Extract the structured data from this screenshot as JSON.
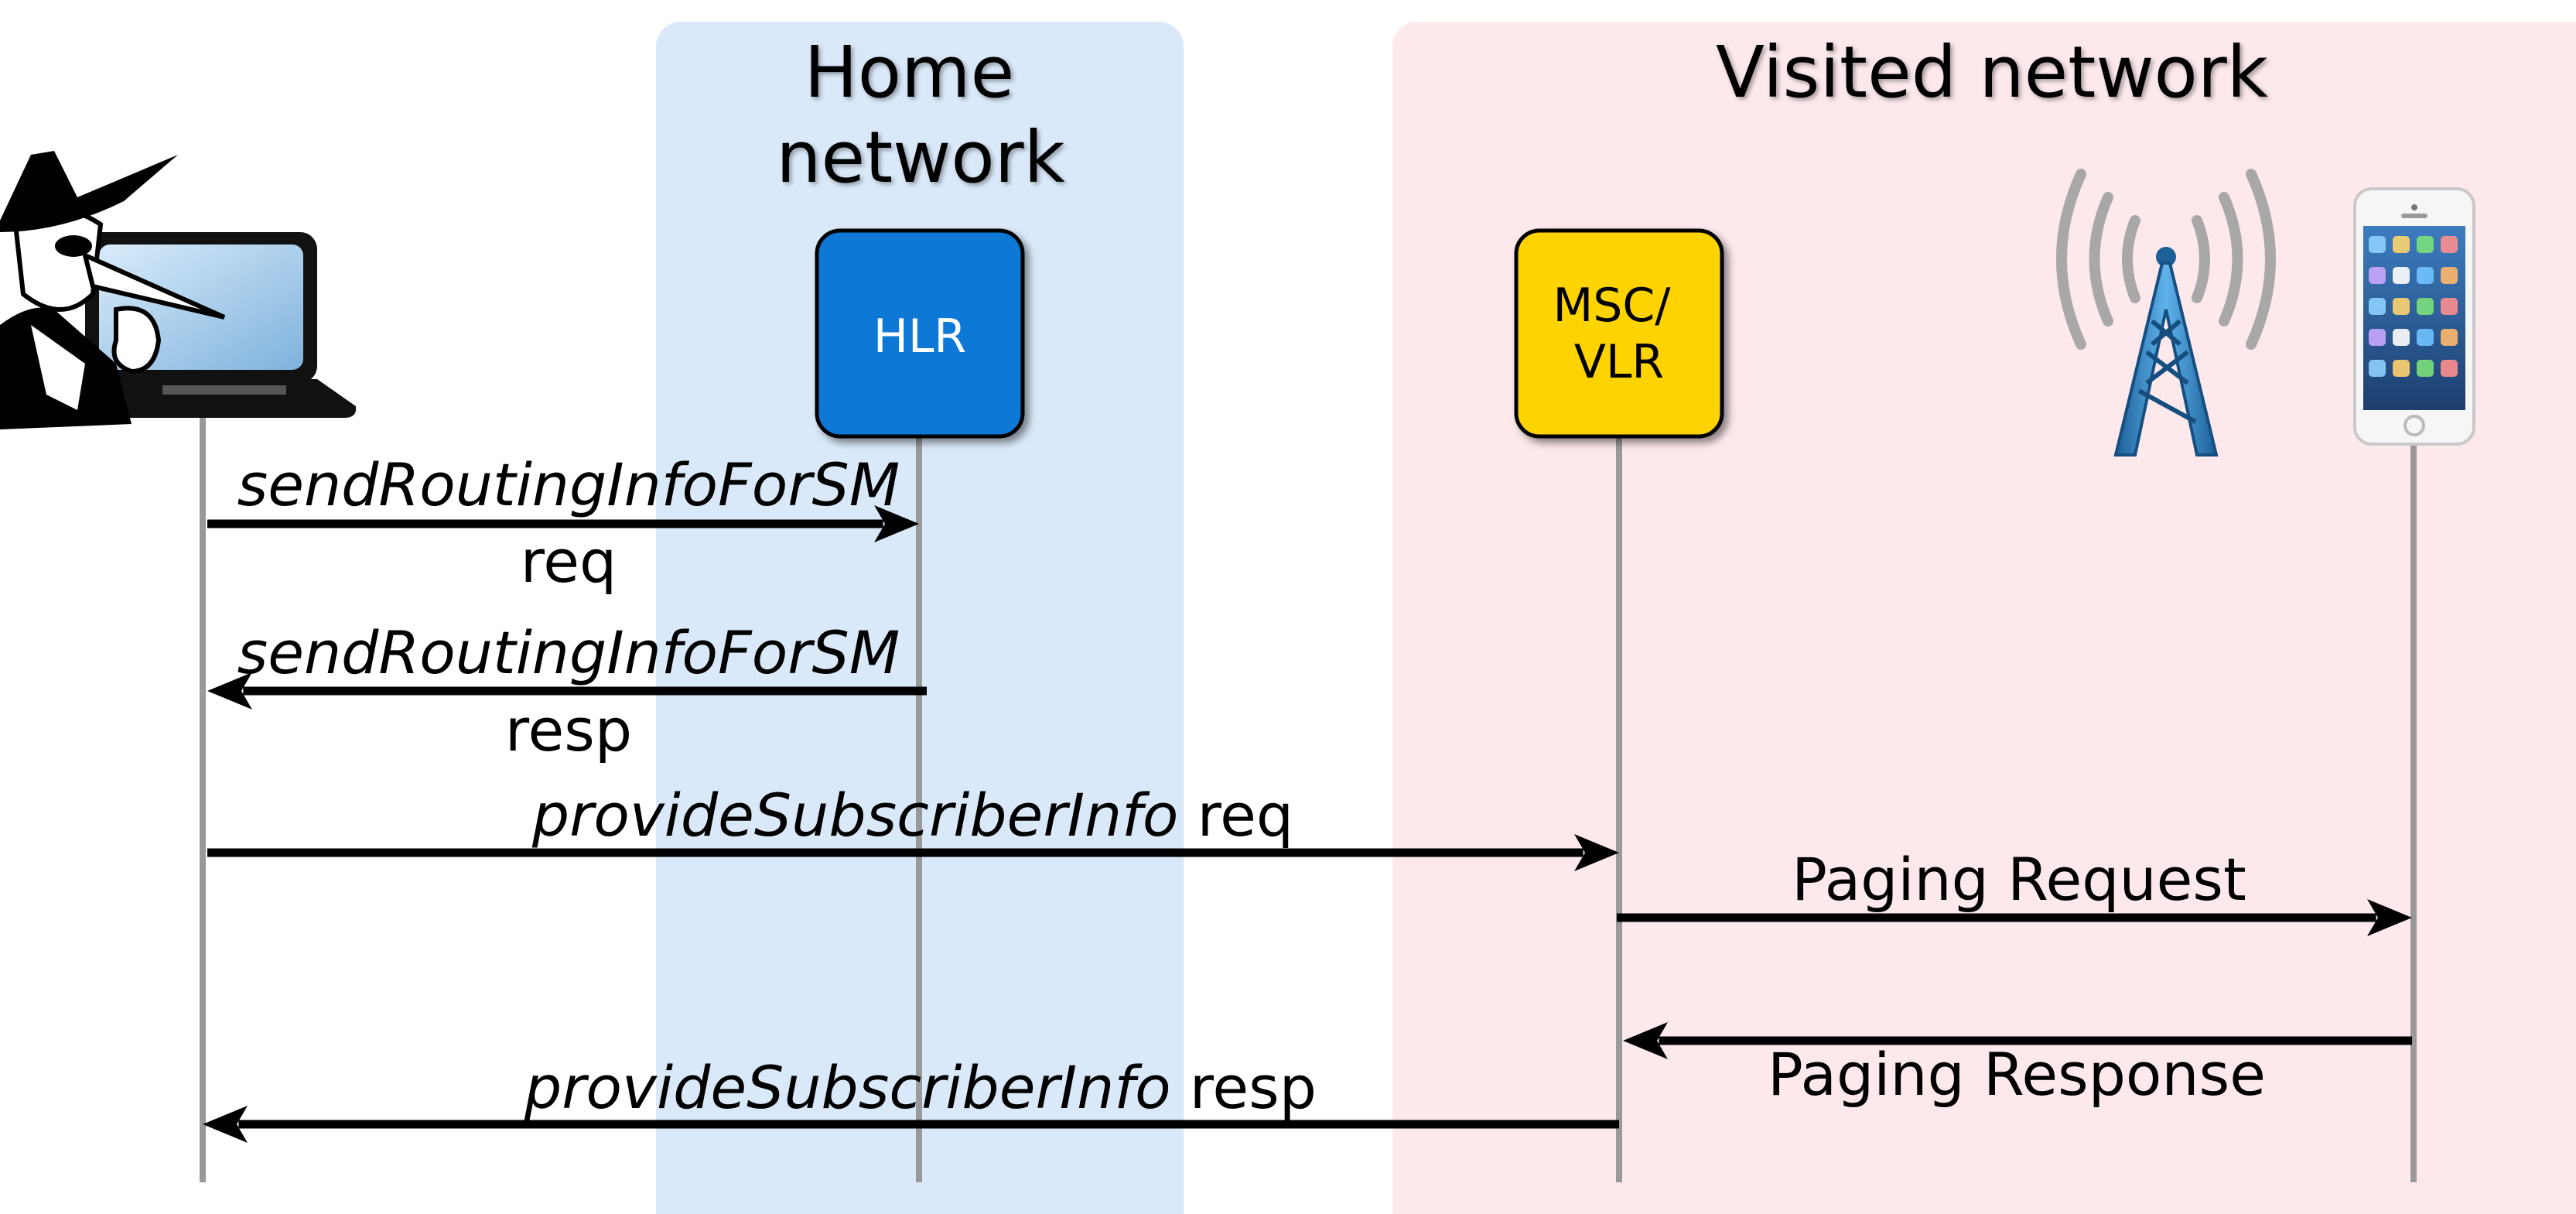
{
  "zones": {
    "home": {
      "title_line1": "Home",
      "title_line2": "network",
      "color": "#dae9fa"
    },
    "visited": {
      "title": "Visited network",
      "color": "#fde9ec"
    }
  },
  "nodes": {
    "hlr": {
      "label": "HLR",
      "color": "#0878d6",
      "text_color": "#ffffff"
    },
    "msc": {
      "label_line1": "MSC/",
      "label_line2": "VLR",
      "color": "#ffd300",
      "text_color": "#000000"
    }
  },
  "messages": [
    {
      "id": "sri-req",
      "name": "sendRoutingInfoForSM",
      "suffix": "req",
      "direction": "attacker → HLR"
    },
    {
      "id": "sri-resp",
      "name": "sendRoutingInfoForSM",
      "suffix": "resp",
      "direction": "HLR → attacker"
    },
    {
      "id": "psi-req",
      "name": "provideSubscriberInfo",
      "suffix": "req",
      "direction": "attacker → MSC/VLR"
    },
    {
      "id": "paging-req",
      "text": "Paging Request",
      "direction": "MSC/VLR → phone"
    },
    {
      "id": "paging-resp",
      "text": "Paging Response",
      "direction": "phone → MSC/VLR"
    },
    {
      "id": "psi-resp",
      "name": "provideSubscriberInfo",
      "suffix": "resp",
      "direction": "MSC/VLR → attacker"
    }
  ],
  "icons": {
    "attacker": "spy-laptop-icon",
    "tower": "cell-tower-icon",
    "phone": "smartphone-icon"
  },
  "colors": {
    "lifeline": "#999999",
    "arrow": "#000000"
  }
}
